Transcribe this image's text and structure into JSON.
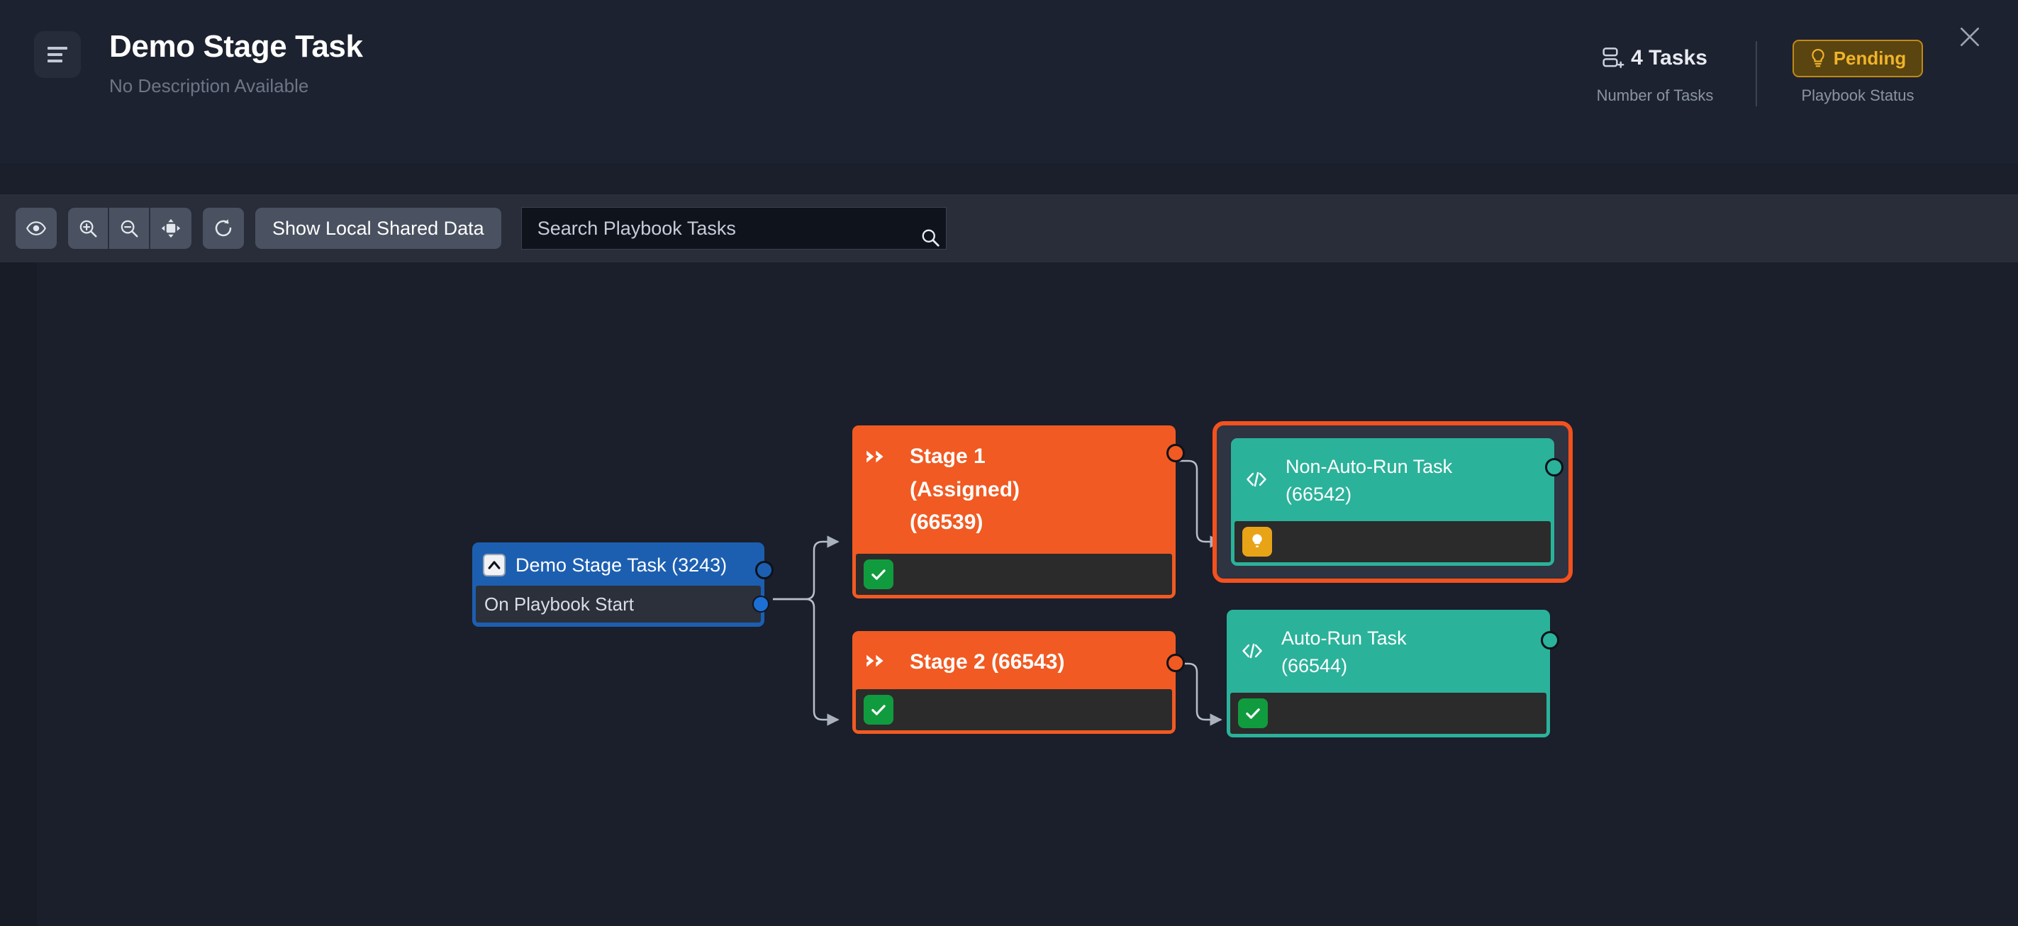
{
  "header": {
    "menu_icon": "hamburger-icon",
    "title": "Demo Stage Task",
    "subtitle": "No Description Available",
    "close_icon": "close-icon",
    "stats": {
      "tasks": {
        "icon": "task-list-add-icon",
        "value": "4 Tasks",
        "label": "Number of Tasks"
      },
      "status": {
        "badge_icon": "lightbulb-icon",
        "badge_text": "Pending",
        "label": "Playbook Status",
        "badge_color": "#f0b429",
        "badge_bg": "#5a4410"
      }
    }
  },
  "toolbar": {
    "buttons": [
      {
        "name": "toggle-visibility-button",
        "icon": "eye-icon"
      },
      {
        "name": "zoom-in-button",
        "icon": "zoom-in-icon"
      },
      {
        "name": "zoom-out-button",
        "icon": "zoom-out-icon"
      },
      {
        "name": "fit-to-screen-button",
        "icon": "fit-screen-icon"
      },
      {
        "name": "refresh-button",
        "icon": "refresh-icon"
      }
    ],
    "show_local_shared_data_label": "Show Local Shared Data",
    "search_placeholder": "Search Playbook Tasks",
    "search_value": "",
    "search_icon": "search-icon"
  },
  "graph": {
    "nodes": [
      {
        "id": "trigger",
        "kind": "trigger",
        "icon": "chevron-up-icon",
        "title": "Demo Stage Task (3243)",
        "row_label": "On Playbook Start",
        "color": "#1c5fb0"
      },
      {
        "id": "stage1",
        "kind": "stage",
        "icon": "double-chevron-right-icon",
        "title": "Stage 1 (Assigned) (66539)",
        "title_lines": [
          "Stage 1",
          "(Assigned)",
          "(66539)"
        ],
        "badge_icon": "check-icon",
        "badge_color": "#119b3f",
        "color": "#f15a22"
      },
      {
        "id": "stage2",
        "kind": "stage",
        "icon": "double-chevron-right-icon",
        "title": "Stage 2 (66543)",
        "title_lines": [
          "Stage 2 (66543)"
        ],
        "badge_icon": "check-icon",
        "badge_color": "#119b3f",
        "color": "#f15a22"
      },
      {
        "id": "task1",
        "kind": "task",
        "icon": "code-icon",
        "title": "Non-Auto-Run Task (66542)",
        "title_lines": [
          "Non-Auto-Run Task",
          "(66542)"
        ],
        "badge_icon": "lightbulb-icon",
        "badge_color": "#e8a317",
        "color": "#2bb29a",
        "selected": true
      },
      {
        "id": "task2",
        "kind": "task",
        "icon": "code-icon",
        "title": "Auto-Run Task (66544)",
        "title_lines": [
          "Auto-Run Task",
          "(66544)"
        ],
        "badge_icon": "check-icon",
        "badge_color": "#119b3f",
        "color": "#2bb29a",
        "selected": false
      }
    ],
    "edges": [
      {
        "from": "trigger",
        "to": "stage1"
      },
      {
        "from": "trigger",
        "to": "stage2"
      },
      {
        "from": "stage1",
        "to": "task1"
      },
      {
        "from": "stage2",
        "to": "task2"
      }
    ]
  },
  "colors": {
    "canvas_bg": "#1a1f2b",
    "header_bg": "#1d2230",
    "toolbar_bg": "#282d39",
    "accent_orange": "#f15a22",
    "accent_teal": "#2bb29a",
    "accent_blue": "#1c5fb0",
    "edge_stroke": "#b8bfcb"
  }
}
